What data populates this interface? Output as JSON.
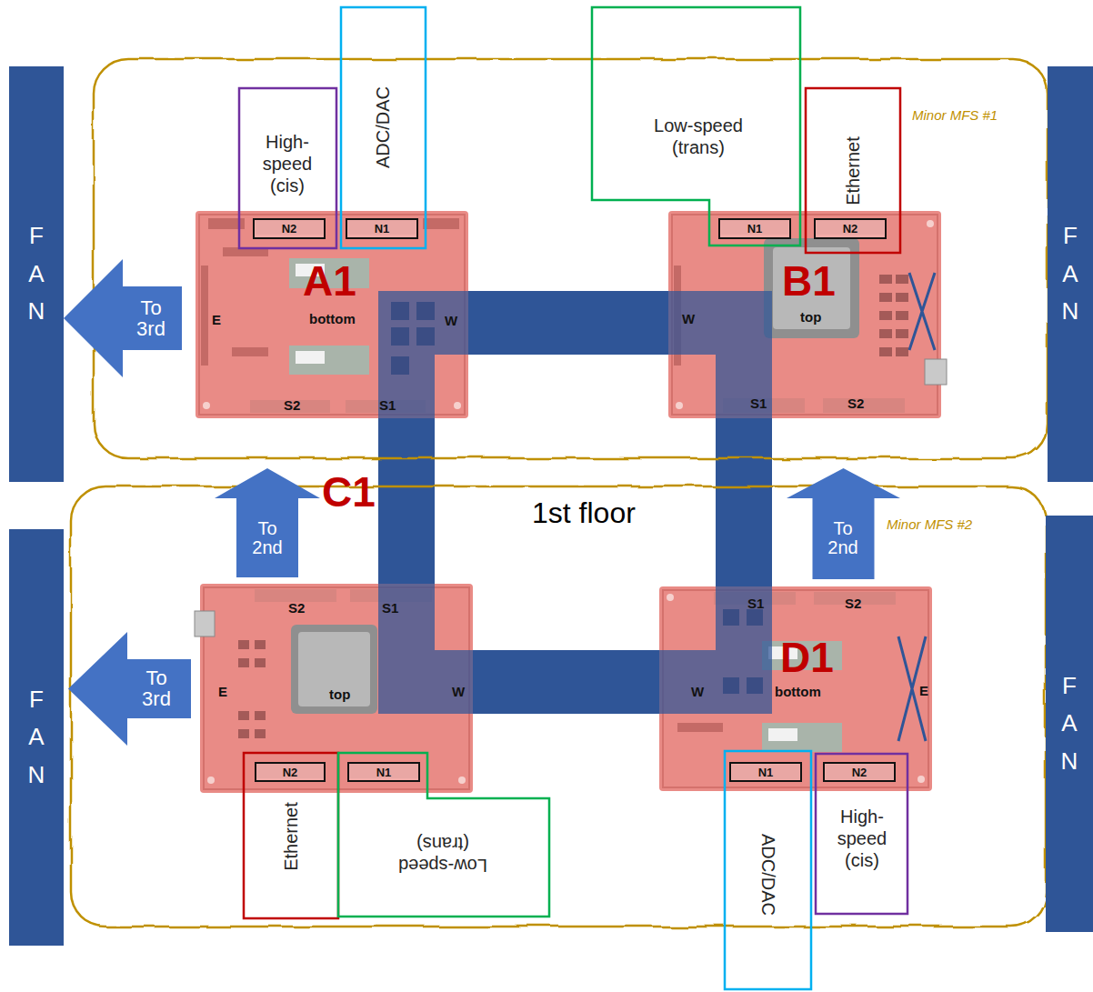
{
  "diagram": {
    "nodes": [
      {
        "text": [
          "Minor MFS #1"
        ]
      },
      {
        "text": [
          "A1",
          "bottom",
          "E",
          "W",
          "S2",
          "S1"
        ],
        "in": 0
      },
      {
        "text": [
          "N2"
        ],
        "in": 1
      },
      {
        "text": [
          "N1"
        ],
        "in": 1
      },
      {
        "text": [
          "High-speed (cis)"
        ],
        "in": 0
      },
      {
        "text": [
          "ADC/DAC"
        ]
      },
      {
        "text": [
          "B1",
          "top",
          "W",
          "S1",
          "S2"
        ],
        "in": 0
      },
      {
        "text": [
          "N1"
        ],
        "in": 6
      },
      {
        "text": [
          "N2"
        ],
        "in": 6
      },
      {
        "text": [
          "Low-speed (trans)"
        ]
      },
      {
        "text": [
          "Ethernet"
        ],
        "in": 0
      },
      {
        "text": [
          "FAN"
        ]
      },
      {
        "text": [
          "FAN"
        ]
      },
      {
        "text": [
          "To 3rd"
        ]
      },
      {
        "text": [
          "To 2nd"
        ]
      },
      {
        "text": [
          "To 2nd"
        ]
      },
      {
        "text": [
          "Minor MFS #2"
        ]
      },
      {
        "text": [
          "C1",
          "S2",
          "S1",
          "E",
          "top",
          "W"
        ],
        "in": 16
      },
      {
        "text": [
          "N2"
        ],
        "in": 17
      },
      {
        "text": [
          "N1"
        ],
        "in": 17
      },
      {
        "text": [
          "Ethernet"
        ],
        "in": 16
      },
      {
        "text": [
          "Low-speed (trans)"
        ],
        "in": 16
      },
      {
        "text": [
          "D1",
          "S1",
          "S2",
          "W",
          "bottom",
          "E"
        ],
        "in": 16
      },
      {
        "text": [
          "N1"
        ],
        "in": 22
      },
      {
        "text": [
          "N2"
        ],
        "in": 22
      },
      {
        "text": [
          "ADC/DAC"
        ]
      },
      {
        "text": [
          "High-speed (cis)"
        ],
        "in": 16
      },
      {
        "text": [
          "FAN"
        ]
      },
      {
        "text": [
          "FAN"
        ]
      },
      {
        "text": [
          "To 3rd"
        ]
      }
    ],
    "edges": [
      {
        "from": 1,
        "to": 6,
        "arrow": "none"
      },
      {
        "from": 1,
        "to": 17,
        "arrow": "none"
      },
      {
        "from": 6,
        "to": 22,
        "arrow": "none"
      },
      {
        "from": 17,
        "to": 22,
        "arrow": "none"
      }
    ],
    "labels": [
      "1st floor"
    ]
  }
}
